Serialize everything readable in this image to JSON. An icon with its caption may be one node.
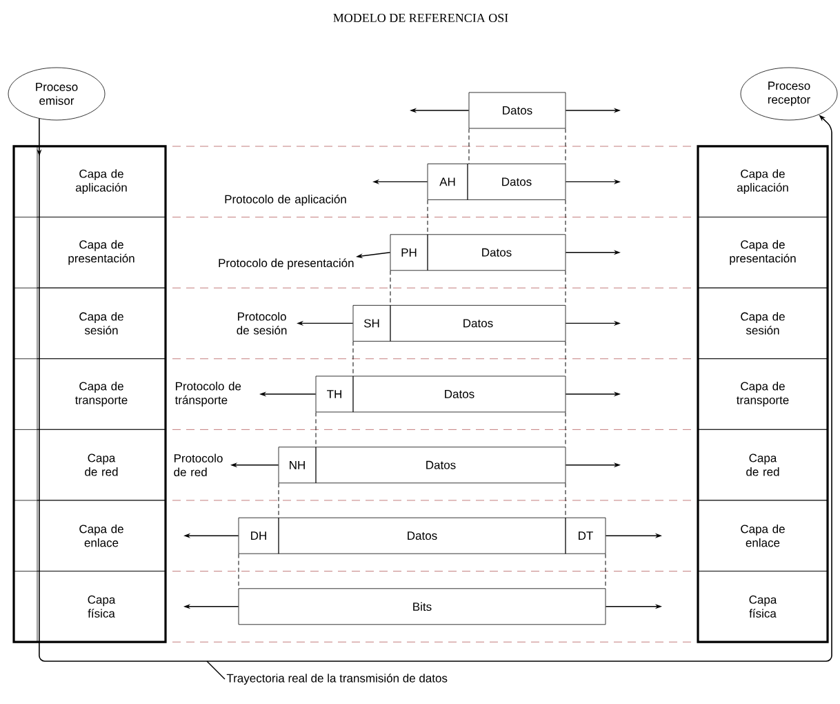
{
  "diagram": {
    "title": "MODELO DE REFERENCIA OSI",
    "nodes": [
      {
        "text": [
          "Proceso emisor"
        ]
      },
      {
        "text": [
          "Proceso receptor"
        ]
      },
      {
        "text": [],
        "shape": "box"
      },
      {
        "text": [
          "Capa de aplicación"
        ],
        "in": 2
      },
      {
        "text": [
          "Capa de presentación"
        ],
        "in": 2
      },
      {
        "text": [
          "Capa de sesión"
        ],
        "in": 2
      },
      {
        "text": [
          "Capa de transporte"
        ],
        "in": 2
      },
      {
        "text": [
          "Capa de red"
        ],
        "in": 2
      },
      {
        "text": [
          "Capa de enlace"
        ],
        "in": 2
      },
      {
        "text": [
          "Capa física"
        ],
        "in": 2
      },
      {
        "text": [],
        "shape": "box"
      },
      {
        "text": [
          "Capa de aplicación"
        ],
        "in": 10
      },
      {
        "text": [
          "Capa de presentación"
        ],
        "in": 10
      },
      {
        "text": [
          "Capa de sesión"
        ],
        "in": 10
      },
      {
        "text": [
          "Capa de transporte"
        ],
        "in": 10
      },
      {
        "text": [
          "Capa de red"
        ],
        "in": 10
      },
      {
        "text": [
          "Capa de enlace"
        ],
        "in": 10
      },
      {
        "text": [
          "Capa física"
        ],
        "in": 10
      },
      {
        "text": [
          "Datos"
        ]
      },
      {
        "text": [
          "AH"
        ]
      },
      {
        "text": [
          "Datos"
        ]
      },
      {
        "text": [
          "PH"
        ]
      },
      {
        "text": [
          "Datos"
        ]
      },
      {
        "text": [
          "SH"
        ]
      },
      {
        "text": [
          "Datos"
        ]
      },
      {
        "text": [
          "TH"
        ]
      },
      {
        "text": [
          "Datos"
        ]
      },
      {
        "text": [
          "NH"
        ]
      },
      {
        "text": [
          "Datos"
        ]
      },
      {
        "text": [
          "DH"
        ]
      },
      {
        "text": [
          "Datos"
        ]
      },
      {
        "text": [
          "DT"
        ]
      },
      {
        "text": [
          "Bits"
        ]
      },
      {
        "text": [
          "Trayectoria real de la transmisión de datos"
        ]
      },
      {
        "text": [
          "Protocolo de presentación"
        ]
      },
      {
        "text": [
          "Protocolo de sesión"
        ]
      },
      {
        "text": [
          "Protocolo de tránsporte"
        ]
      },
      {
        "text": [
          "Protocolo de red"
        ]
      }
    ],
    "edges": [
      {
        "from": 0,
        "to": 1,
        "arrow": "to"
      },
      {
        "from": 18,
        "to": null,
        "arrow": "to"
      },
      {
        "from": 18,
        "to": null,
        "arrow": "to"
      },
      {
        "from": 19,
        "to": null,
        "arrow": "to"
      },
      {
        "from": 20,
        "to": null,
        "arrow": "to"
      },
      {
        "from": 21,
        "to": 34,
        "arrow": "to"
      },
      {
        "from": 22,
        "to": null,
        "arrow": "to"
      },
      {
        "from": 23,
        "to": 35,
        "arrow": "to"
      },
      {
        "from": 24,
        "to": null,
        "arrow": "to"
      },
      {
        "from": 25,
        "to": 36,
        "arrow": "to"
      },
      {
        "from": 26,
        "to": null,
        "arrow": "to"
      },
      {
        "from": 27,
        "to": 37,
        "arrow": "to"
      },
      {
        "from": 28,
        "to": null,
        "arrow": "to"
      },
      {
        "from": 29,
        "to": null,
        "arrow": "to"
      },
      {
        "from": 31,
        "to": null,
        "arrow": "to"
      },
      {
        "from": 32,
        "to": null,
        "arrow": "to"
      },
      {
        "from": 32,
        "to": null,
        "arrow": "to"
      },
      {
        "from": 33,
        "to": null,
        "arrow": "none"
      },
      {
        "from": 18,
        "to": 19,
        "arrow": "none",
        "style": "dashed"
      },
      {
        "from": 18,
        "to": 20,
        "arrow": "none",
        "style": "dashed"
      },
      {
        "from": 19,
        "to": 21,
        "arrow": "none",
        "style": "dashed"
      },
      {
        "from": 20,
        "to": 22,
        "arrow": "none",
        "style": "dashed"
      },
      {
        "from": 21,
        "to": 23,
        "arrow": "none",
        "style": "dashed"
      },
      {
        "from": 22,
        "to": 24,
        "arrow": "none",
        "style": "dashed"
      },
      {
        "from": 23,
        "to": 25,
        "arrow": "none",
        "style": "dashed"
      },
      {
        "from": 24,
        "to": 26,
        "arrow": "none",
        "style": "dashed"
      },
      {
        "from": 25,
        "to": 27,
        "arrow": "none",
        "style": "dashed"
      },
      {
        "from": 26,
        "to": 28,
        "arrow": "none",
        "style": "dashed"
      },
      {
        "from": 27,
        "to": 29,
        "arrow": "none",
        "style": "dashed"
      },
      {
        "from": 28,
        "to": 30,
        "arrow": "none",
        "style": "dashed"
      },
      {
        "from": 29,
        "to": 32,
        "arrow": "none",
        "style": "dashed"
      },
      {
        "from": 31,
        "to": 32,
        "arrow": "none",
        "style": "dashed"
      }
    ],
    "labels": [
      "Protocolo de aplicación"
    ]
  }
}
